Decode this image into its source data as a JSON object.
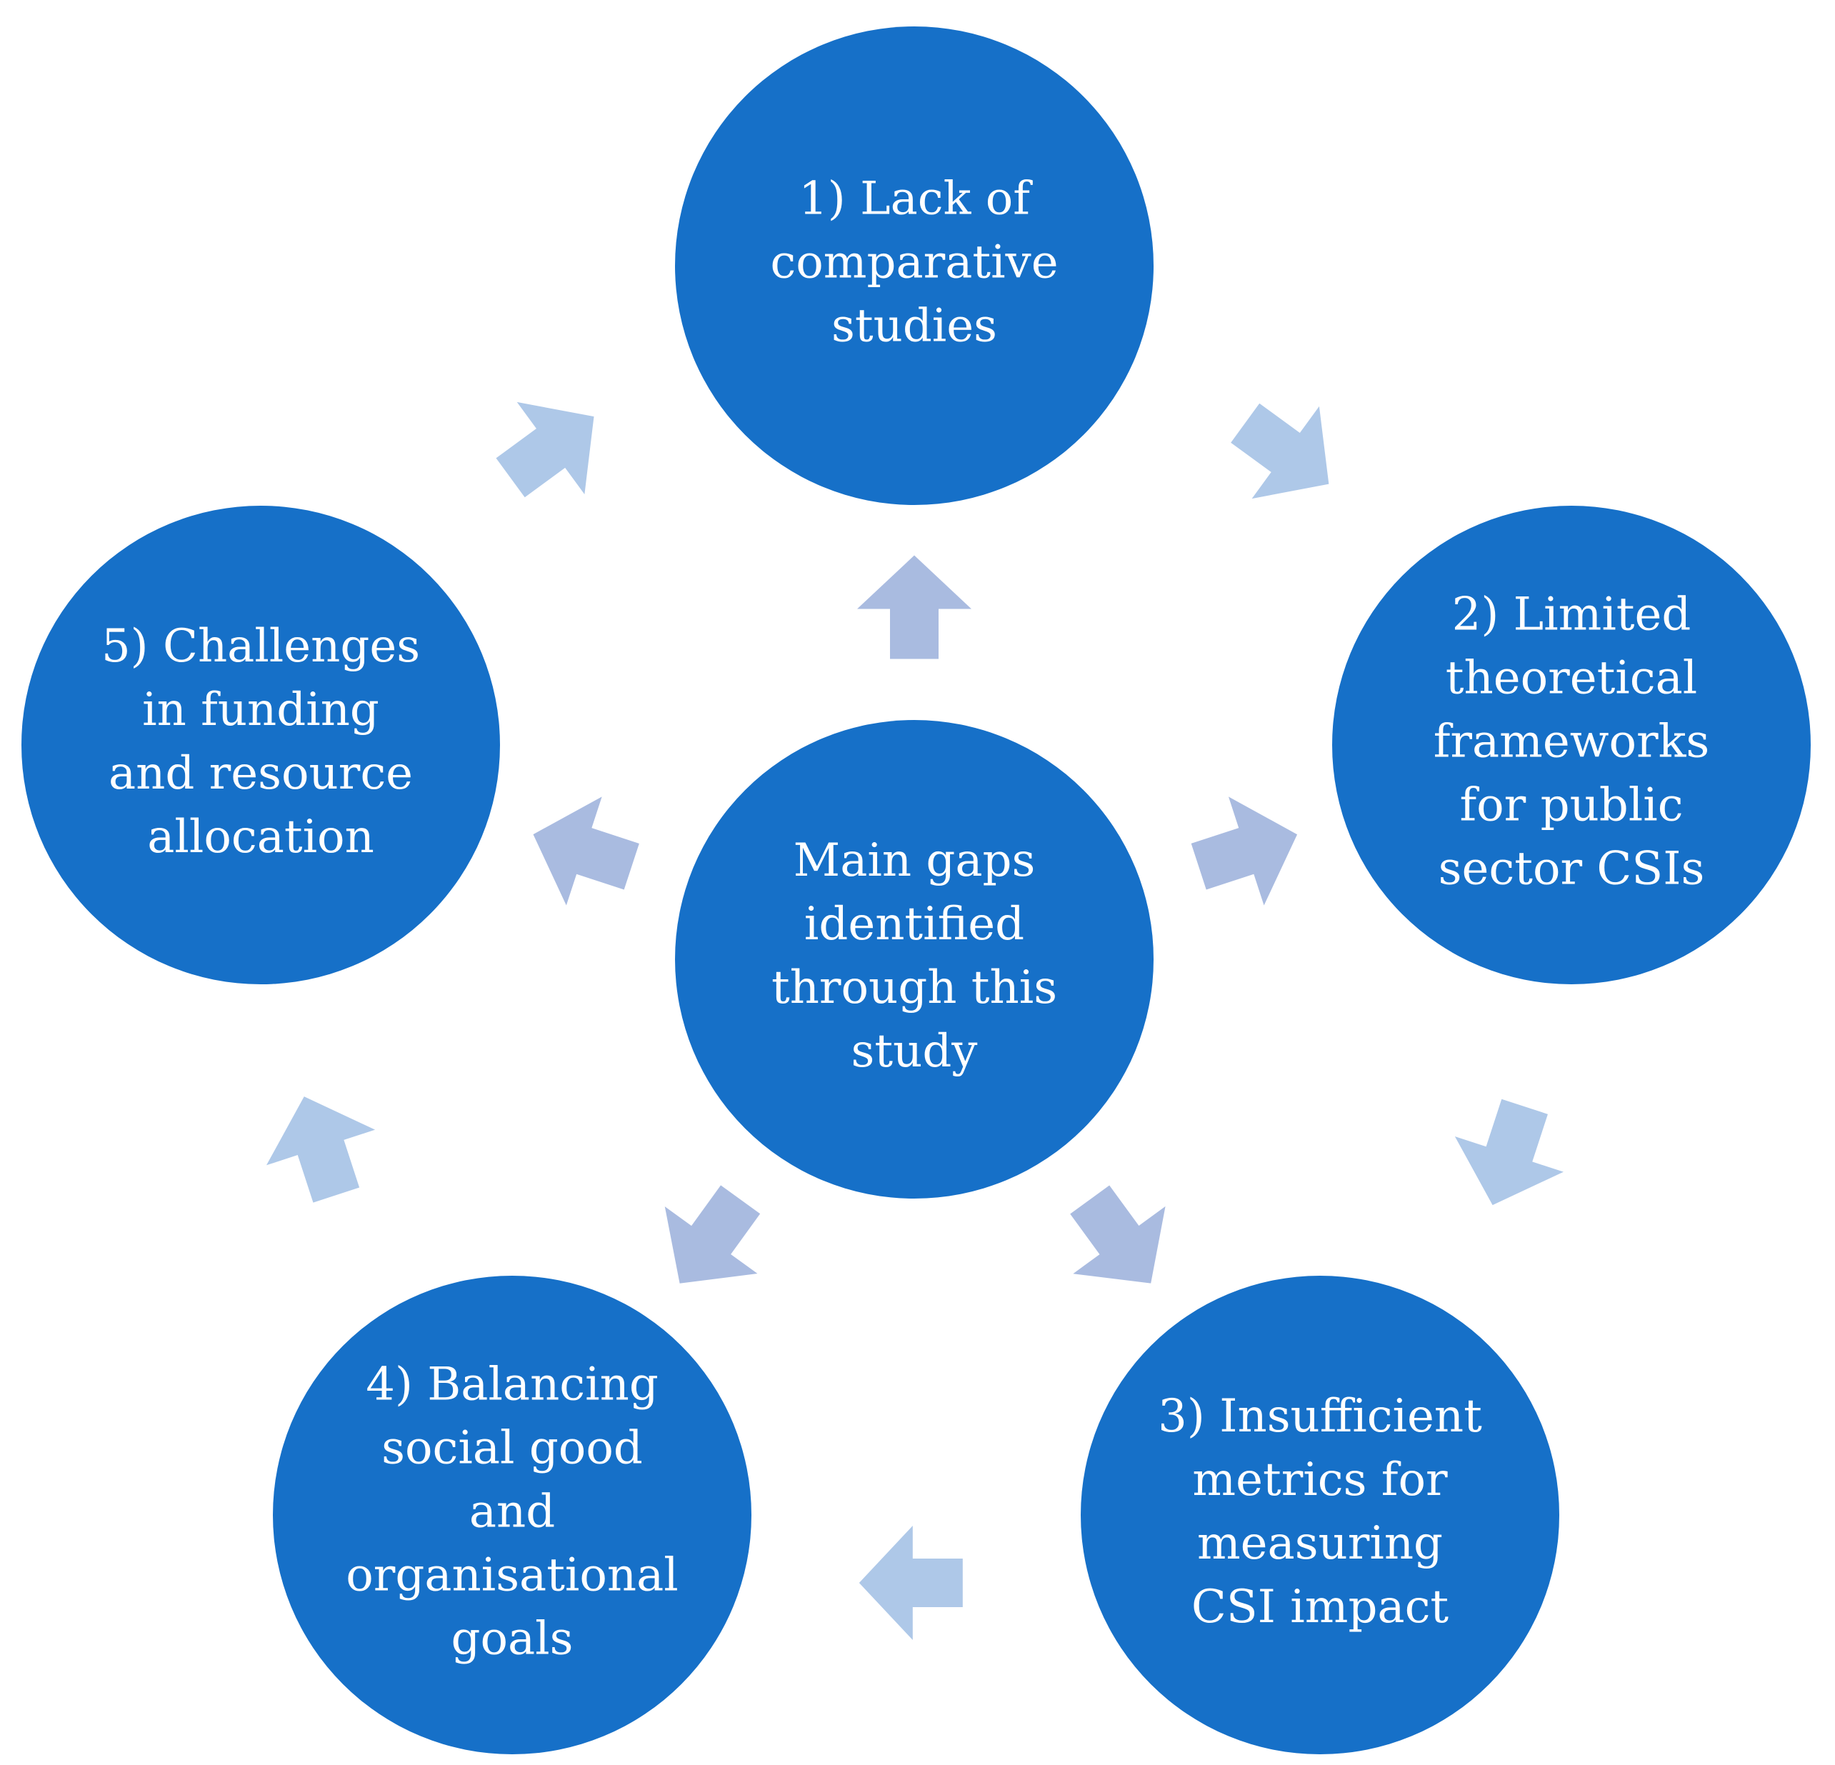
{
  "colors": {
    "node_fill": "#1670c8",
    "node_text": "#ffffff",
    "outer_arrow": "#aec8e8",
    "inner_arrow": "#a9bbe0",
    "background": "#ffffff"
  },
  "center": {
    "lines": [
      "Main gaps",
      "identified",
      "through this",
      "study"
    ]
  },
  "nodes": [
    {
      "id": "node-1",
      "lines": [
        "1) Lack of",
        "comparative",
        "studies"
      ]
    },
    {
      "id": "node-2",
      "lines": [
        "2) Limited",
        "theoretical",
        "frameworks",
        "for public",
        "sector CSIs"
      ]
    },
    {
      "id": "node-3",
      "lines": [
        "3) Insufficient",
        "metrics for",
        "measuring",
        "CSI impact"
      ]
    },
    {
      "id": "node-4",
      "lines": [
        "4) Balancing",
        "social good",
        "and",
        "organisational",
        "goals"
      ]
    },
    {
      "id": "node-5",
      "lines": [
        "5) Challenges",
        "in funding",
        "and resource",
        "allocation"
      ]
    }
  ],
  "arrows": {
    "inner": [
      {
        "from": "center",
        "to": "node-1",
        "icon": "arrow-up-icon"
      },
      {
        "from": "center",
        "to": "node-2",
        "icon": "arrow-right-icon"
      },
      {
        "from": "center",
        "to": "node-3",
        "icon": "arrow-down-right-icon"
      },
      {
        "from": "center",
        "to": "node-4",
        "icon": "arrow-down-left-icon"
      },
      {
        "from": "center",
        "to": "node-5",
        "icon": "arrow-left-icon"
      }
    ],
    "outer": [
      {
        "from": "node-1",
        "to": "node-2",
        "icon": "arrow-down-right-icon"
      },
      {
        "from": "node-2",
        "to": "node-3",
        "icon": "arrow-down-icon"
      },
      {
        "from": "node-3",
        "to": "node-4",
        "icon": "arrow-left-icon"
      },
      {
        "from": "node-4",
        "to": "node-5",
        "icon": "arrow-up-left-icon"
      },
      {
        "from": "node-5",
        "to": "node-1",
        "icon": "arrow-up-right-icon"
      }
    ]
  }
}
